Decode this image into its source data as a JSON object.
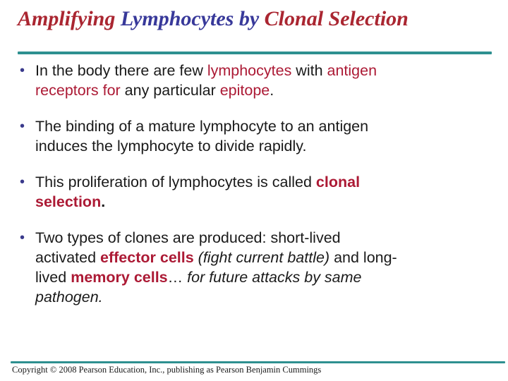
{
  "colors": {
    "background": "#ffffff",
    "body_text": "#1a1a1a",
    "accent": "#ac1a35",
    "title_red": "#aa2631",
    "title_blue": "#38399a",
    "divider": "#2e9090",
    "bullet_dot": "#3a3a8c"
  },
  "slide": {
    "title": {
      "segments": [
        {
          "text": "Amplifying ",
          "color": "title_red"
        },
        {
          "text": "Lymphocytes by ",
          "color": "title_blue"
        },
        {
          "text": "Clonal Selection",
          "color": "title_red"
        }
      ]
    },
    "bullet_glyph": "•",
    "bullets": [
      {
        "segments": [
          {
            "text": "In the body there are few "
          },
          {
            "text": "lymphocytes",
            "color": "accent"
          },
          {
            "text": " with "
          },
          {
            "text": "antigen",
            "color": "accent"
          },
          {
            "break": true
          },
          {
            "text": "receptors for",
            "color": "accent"
          },
          {
            "text": " any particular "
          },
          {
            "text": "epitope",
            "color": "accent"
          },
          {
            "text": "."
          }
        ]
      },
      {
        "segments": [
          {
            "text": "The binding of a mature lymphocyte to an antigen"
          },
          {
            "break": true
          },
          {
            "text": "induces the lymphocyte to divide rapidly."
          }
        ]
      },
      {
        "segments": [
          {
            "text": "This proliferation of lymphocytes is called "
          },
          {
            "text": "clonal",
            "color": "accent",
            "bold": true
          },
          {
            "break": true
          },
          {
            "text": "selection",
            "color": "accent",
            "bold": true
          },
          {
            "text": ".",
            "bold": true
          }
        ]
      },
      {
        "segments": [
          {
            "text": "Two types of clones are produced: short-lived"
          },
          {
            "break": true
          },
          {
            "text": "activated "
          },
          {
            "text": "effector cells",
            "color": "accent",
            "bold": true
          },
          {
            "text": " "
          },
          {
            "text": "(fight current battle)",
            "italic": true
          },
          {
            "text": " and long-"
          },
          {
            "break": true
          },
          {
            "text": "lived "
          },
          {
            "text": "memory cells",
            "color": "accent",
            "bold": true
          },
          {
            "text": "… "
          },
          {
            "text": "for future attacks by same",
            "italic": true
          },
          {
            "break": true
          },
          {
            "text": "pathogen.",
            "italic": true
          }
        ]
      }
    ],
    "footer": {
      "copyright": "Copyright © 2008 Pearson Education, Inc., publishing as Pearson Benjamin Cummings"
    }
  }
}
